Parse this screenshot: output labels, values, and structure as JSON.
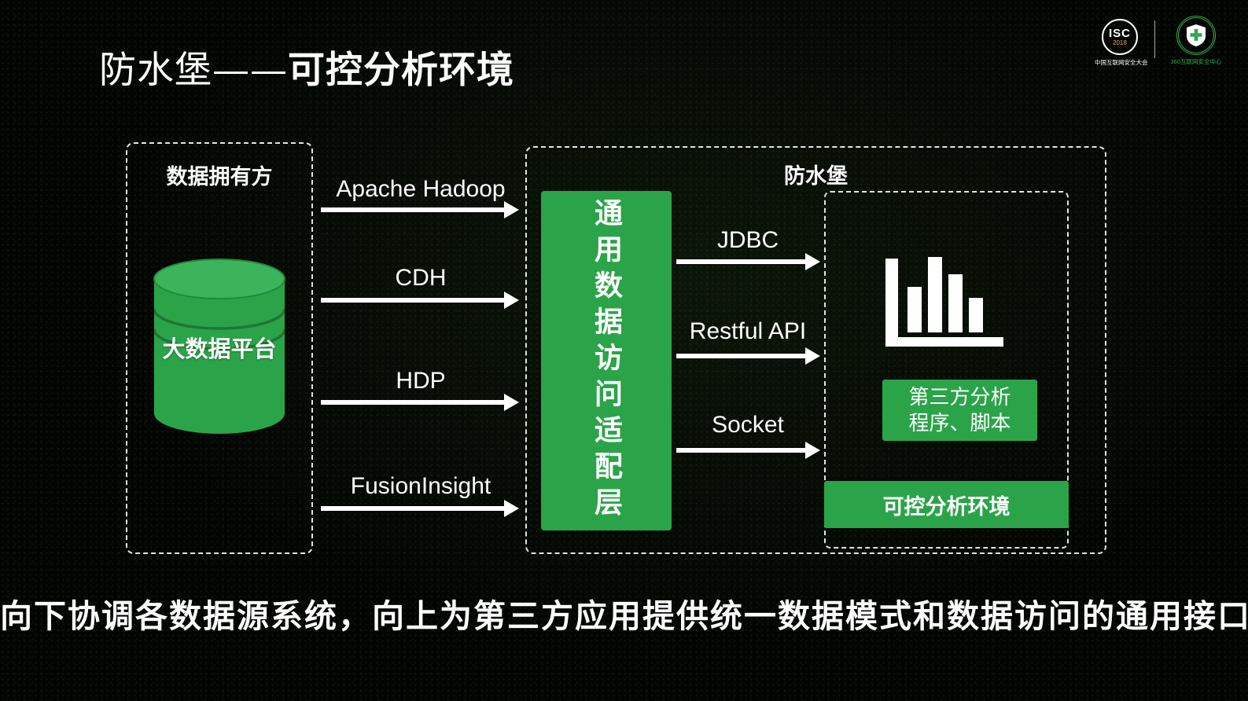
{
  "title": {
    "part1": "防水堡——",
    "part2": "可控分析环境"
  },
  "logos": {
    "isc": {
      "name": "ISC",
      "year": "2018",
      "caption": "中国互联网安全大会"
    },
    "qihoo360": {
      "caption": "360互联网安全中心"
    }
  },
  "data_owner": {
    "label": "数据拥有方",
    "database_label": "大数据平台"
  },
  "source_arrows": [
    "Apache Hadoop",
    "CDH",
    "HDP",
    "FusionInsight"
  ],
  "waterproof": {
    "label": "防水堡",
    "adapter_label": "通用数据访问适配层"
  },
  "access_arrows": [
    "JDBC",
    "Restful API",
    "Socket"
  ],
  "analysis": {
    "third_party_line1": "第三方分析",
    "third_party_line2": "程序、脚本",
    "env_label": "可控分析环境"
  },
  "footer": "向下协调各数据源系统，向上为第三方应用提供统一数据模式和数据访问的通用接口",
  "icons": {
    "bar_chart": "bar-chart-icon",
    "database": "database-cylinder-icon",
    "shield": "shield-icon",
    "arrows": "arrow-right-icon"
  },
  "colors": {
    "green": "#2ba449",
    "background": "#030503",
    "text": "#ffffff"
  }
}
